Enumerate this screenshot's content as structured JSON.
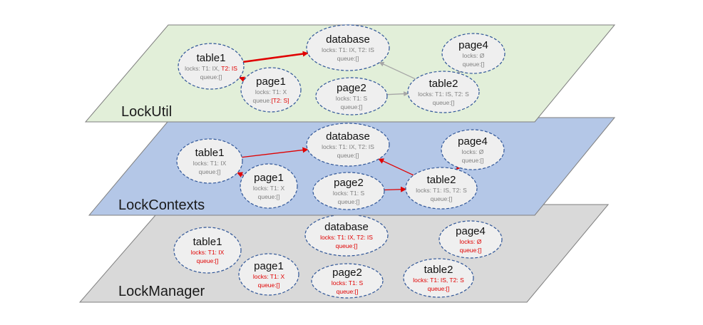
{
  "colors": {
    "lockutil_fill": "#e2efd9",
    "lockcontexts_fill": "#b4c7e7",
    "lockmanager_fill": "#d9d9d9",
    "node_fill": "#efefef",
    "node_stroke": "#2f5597",
    "gray_text": "#808080",
    "red_text": "#e00000",
    "gray_arrow": "#a6a6a6",
    "red_arrow": "#e00000"
  },
  "layers": [
    {
      "id": "lockutil",
      "label": "LockUtil",
      "fill": "#e2efd9",
      "nodes": [
        {
          "id": "table1",
          "title": "table1",
          "lines": [
            [
              {
                "t": "locks: T1: IX, ",
                "c": "gray"
              },
              {
                "t": "T2: IS",
                "c": "red"
              }
            ],
            [
              {
                "t": "queue:[]",
                "c": "gray"
              }
            ]
          ]
        },
        {
          "id": "page1",
          "title": "page1",
          "lines": [
            [
              {
                "t": "locks: T1: X",
                "c": "gray"
              }
            ],
            [
              {
                "t": "queue:",
                "c": "gray"
              },
              {
                "t": "[T2: S]",
                "c": "red"
              }
            ]
          ]
        },
        {
          "id": "database",
          "title": "database",
          "lines": [
            [
              {
                "t": "locks: T1: IX, T2: IS",
                "c": "gray"
              }
            ],
            [
              {
                "t": "queue:[]",
                "c": "gray"
              }
            ]
          ]
        },
        {
          "id": "page2",
          "title": "page2",
          "lines": [
            [
              {
                "t": "locks: T1: S",
                "c": "gray"
              }
            ],
            [
              {
                "t": "queue:[]",
                "c": "gray"
              }
            ]
          ]
        },
        {
          "id": "page4",
          "title": "page4",
          "lines": [
            [
              {
                "t": "locks: Ø",
                "c": "gray"
              }
            ],
            [
              {
                "t": "queue:[]",
                "c": "gray"
              }
            ]
          ]
        },
        {
          "id": "table2",
          "title": "table2",
          "lines": [
            [
              {
                "t": "locks: T1: IS, T2: S",
                "c": "gray"
              }
            ],
            [
              {
                "t": "queue:[]",
                "c": "gray"
              }
            ]
          ]
        }
      ]
    },
    {
      "id": "lockcontexts",
      "label": "LockContexts",
      "fill": "#b4c7e7",
      "nodes": [
        {
          "id": "table1",
          "title": "table1",
          "lines": [
            [
              {
                "t": "locks: T1: IX",
                "c": "gray"
              }
            ],
            [
              {
                "t": "queue:[]",
                "c": "gray"
              }
            ]
          ]
        },
        {
          "id": "page1",
          "title": "page1",
          "lines": [
            [
              {
                "t": "locks: T1: X",
                "c": "gray"
              }
            ],
            [
              {
                "t": "queue:[]",
                "c": "gray"
              }
            ]
          ]
        },
        {
          "id": "database",
          "title": "database",
          "lines": [
            [
              {
                "t": "locks: T1: IX, T2: IS",
                "c": "gray"
              }
            ],
            [
              {
                "t": "queue:[]",
                "c": "gray"
              }
            ]
          ]
        },
        {
          "id": "page2",
          "title": "page2",
          "lines": [
            [
              {
                "t": "locks: T1: S",
                "c": "gray"
              }
            ],
            [
              {
                "t": "queue:[]",
                "c": "gray"
              }
            ]
          ]
        },
        {
          "id": "page4",
          "title": "page4",
          "lines": [
            [
              {
                "t": "locks: Ø",
                "c": "gray"
              }
            ],
            [
              {
                "t": "queue:[]",
                "c": "gray"
              }
            ]
          ]
        },
        {
          "id": "table2",
          "title": "table2",
          "lines": [
            [
              {
                "t": "locks: T1: IS, T2: S",
                "c": "gray"
              }
            ],
            [
              {
                "t": "queue:[]",
                "c": "gray"
              }
            ]
          ]
        }
      ]
    },
    {
      "id": "lockmanager",
      "label": "LockManager",
      "fill": "#d9d9d9",
      "nodes": [
        {
          "id": "table1",
          "title": "table1",
          "lines": [
            [
              {
                "t": "locks: T1: IX",
                "c": "red"
              }
            ],
            [
              {
                "t": "queue:[]",
                "c": "red"
              }
            ]
          ]
        },
        {
          "id": "page1",
          "title": "page1",
          "lines": [
            [
              {
                "t": "locks: T1: X",
                "c": "red"
              }
            ],
            [
              {
                "t": "queue:[]",
                "c": "red"
              }
            ]
          ]
        },
        {
          "id": "database",
          "title": "database",
          "lines": [
            [
              {
                "t": "locks: T1: IX, T2: IS",
                "c": "red"
              }
            ],
            [
              {
                "t": "queue:[]",
                "c": "red"
              }
            ]
          ]
        },
        {
          "id": "page2",
          "title": "page2",
          "lines": [
            [
              {
                "t": "locks: T1: S",
                "c": "red"
              }
            ],
            [
              {
                "t": "queue:[]",
                "c": "red"
              }
            ]
          ]
        },
        {
          "id": "page4",
          "title": "page4",
          "lines": [
            [
              {
                "t": "locks: Ø",
                "c": "red"
              }
            ],
            [
              {
                "t": "queue:[]",
                "c": "red"
              }
            ]
          ]
        },
        {
          "id": "table2",
          "title": "table2",
          "lines": [
            [
              {
                "t": "locks: T1: IS, T2: S",
                "c": "red"
              }
            ],
            [
              {
                "t": "queue:[]",
                "c": "red"
              }
            ]
          ]
        }
      ]
    }
  ],
  "edges": [
    {
      "layer": "lockutil",
      "from": "table1",
      "to": "database",
      "color": "red",
      "weight": "thick"
    },
    {
      "layer": "lockutil",
      "from": "page1",
      "to": "table1",
      "color": "red",
      "weight": "thick"
    },
    {
      "layer": "lockutil",
      "from": "page2",
      "to": "table2",
      "color": "gray",
      "weight": "thin"
    },
    {
      "layer": "lockutil",
      "from": "table2",
      "to": "database",
      "color": "gray",
      "weight": "thin"
    },
    {
      "layer": "lockutil",
      "from": "page4",
      "to": "table2",
      "color": "gray",
      "weight": "thin"
    },
    {
      "layer": "lockcontexts",
      "from": "table1",
      "to": "database",
      "color": "red",
      "weight": "thin"
    },
    {
      "layer": "lockcontexts",
      "from": "page1",
      "to": "table1",
      "color": "red",
      "weight": "thin"
    },
    {
      "layer": "lockcontexts",
      "from": "page2",
      "to": "table2",
      "color": "red",
      "weight": "thin"
    },
    {
      "layer": "lockcontexts",
      "from": "table2",
      "to": "database",
      "color": "red",
      "weight": "thin"
    },
    {
      "layer": "lockcontexts",
      "from": "page4",
      "to": "table2",
      "color": "red",
      "weight": "thin"
    }
  ]
}
